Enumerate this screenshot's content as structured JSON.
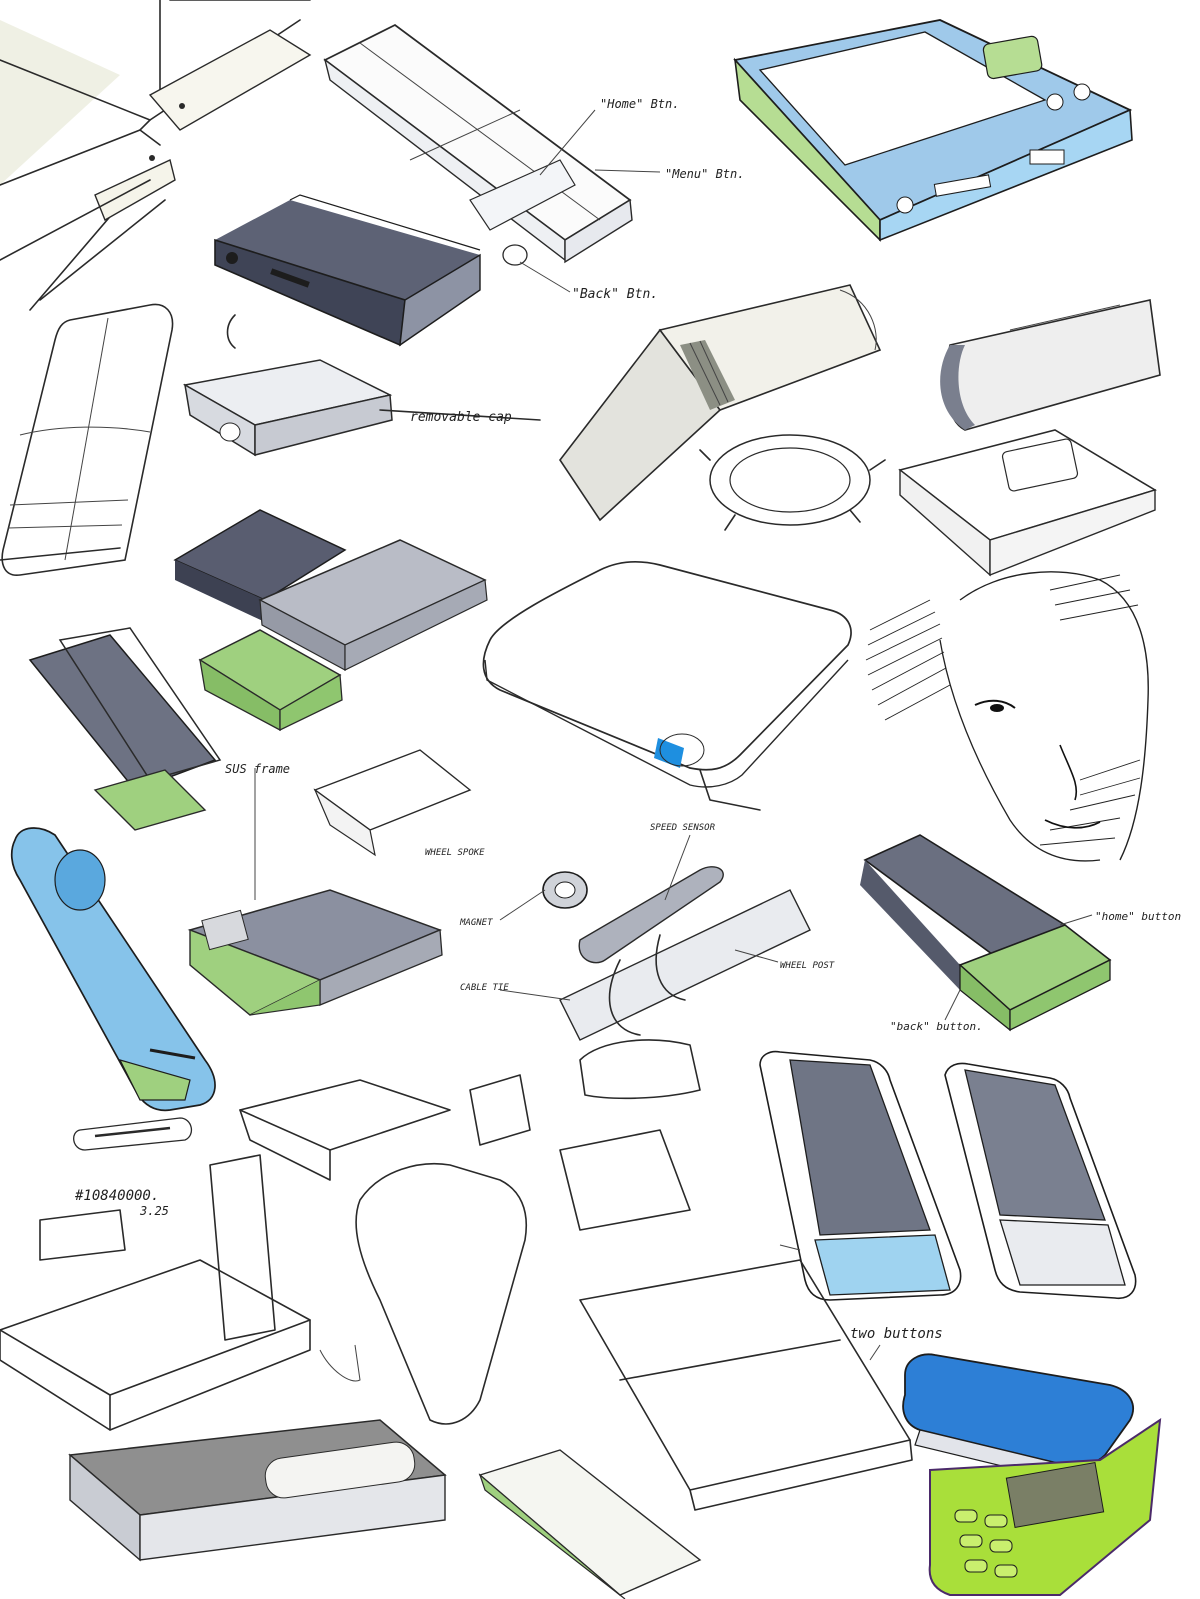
{
  "sheet": {
    "paper_color": "#ffffff",
    "ink_color": "#2a2a2a",
    "marker_colors": {
      "cool_grey": "#6f7688",
      "light_grey": "#c9ccd3",
      "green": "#9fd07f",
      "blue": "#7cc0ea",
      "bright_blue": "#2d7fd6",
      "lime": "#a9df3a",
      "accent_blue": "#1e8fe0"
    }
  },
  "annotations": {
    "home_btn": "\"Home\" Btn.",
    "menu_btn": "\"Menu\" Btn.",
    "back_btn": "\"Back\" Btn.",
    "removable_cap": "removable cap",
    "sus_frame": "SUS frame",
    "wheel_spoke": "WHEEL SPOKE",
    "speed_sensor": "SPEED SENSOR",
    "magnet": "MAGNET",
    "cable_tie": "CABLE TIE",
    "wheel_post": "WHEEL POST",
    "home_button": "\"home\" button",
    "back_button": "\"back\" button.",
    "two_buttons": "two buttons",
    "sketch_number": "#10840000.",
    "sketch_date": "3.25"
  }
}
